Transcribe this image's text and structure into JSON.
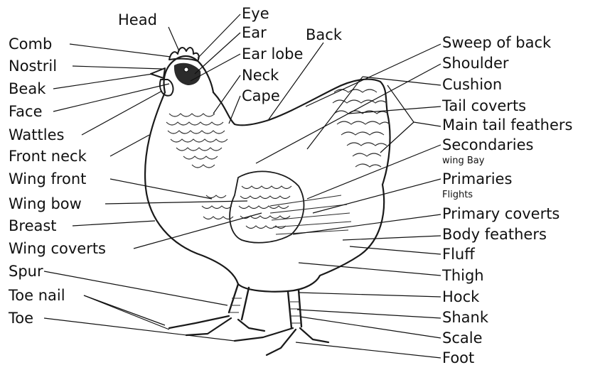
{
  "diagram": {
    "labels_left": {
      "head": "Head",
      "comb": "Comb",
      "nostril": "Nostril",
      "beak": "Beak",
      "face": "Face",
      "wattles": "Wattles",
      "front_neck": "Front neck",
      "wing_front": "Wing front",
      "wing_bow": "Wing bow",
      "breast": "Breast",
      "wing_coverts": "Wing coverts",
      "spur": "Spur",
      "toe_nail": "Toe nail",
      "toe": "Toe"
    },
    "labels_top": {
      "eye": "Eye",
      "ear": "Ear",
      "ear_lobe": "Ear lobe",
      "neck": "Neck",
      "cape": "Cape",
      "back": "Back"
    },
    "labels_right": {
      "sweep_of_back": "Sweep of back",
      "shoulder": "Shoulder",
      "cushion": "Cushion",
      "tail_coverts": "Tail coverts",
      "main_tail_feathers": "Main tail feathers",
      "secondaries": "Secondaries",
      "secondaries_sub": "wing Bay",
      "primaries": "Primaries",
      "primaries_sub": "Flights",
      "primary_coverts": "Primary coverts",
      "body_feathers": "Body feathers",
      "fluff": "Fluff",
      "thigh": "Thigh",
      "hock": "Hock",
      "shank": "Shank",
      "scale": "Scale",
      "foot": "Foot"
    }
  }
}
